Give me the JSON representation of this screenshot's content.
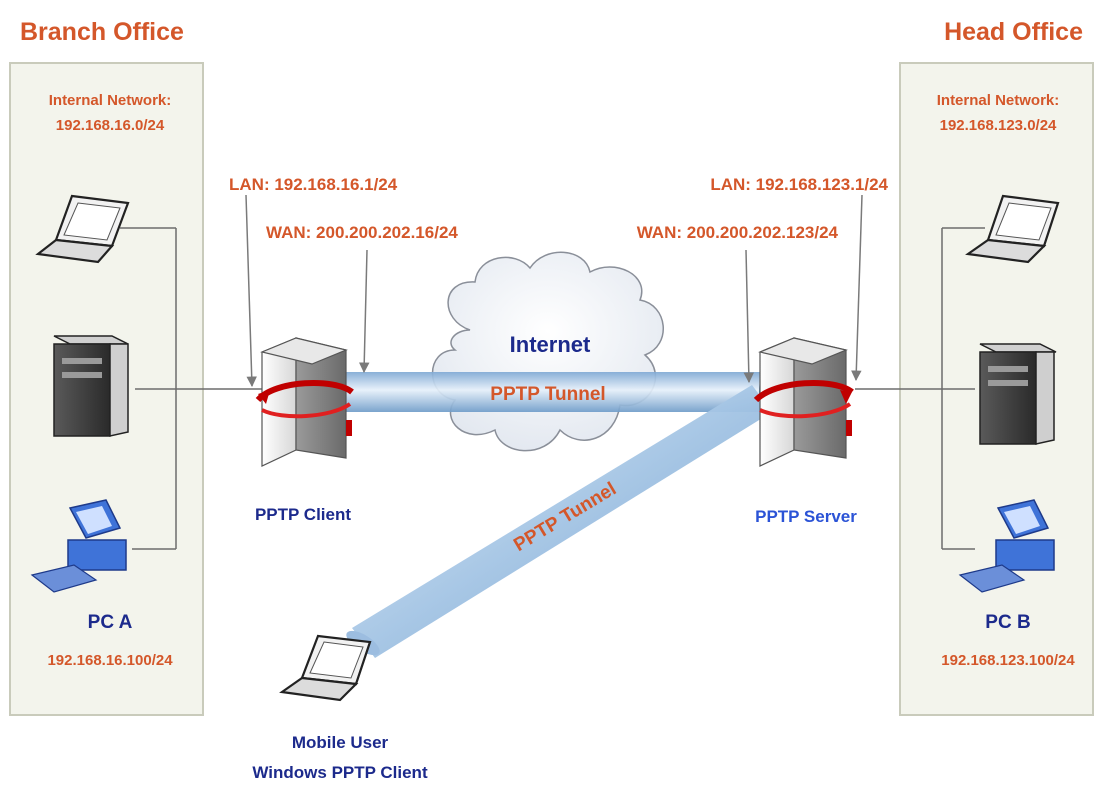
{
  "branch": {
    "title": "Branch Office",
    "internal_line1": "Internal Network:",
    "internal_line2": "192.168.16.0/24",
    "pc_name": "PC A",
    "pc_ip": "192.168.16.100/24"
  },
  "head": {
    "title": "Head Office",
    "internal_line1": "Internal Network:",
    "internal_line2": "192.168.123.0/24",
    "pc_name": "PC B",
    "pc_ip": "192.168.123.100/24"
  },
  "client": {
    "lan": "LAN: 192.168.16.1/24",
    "wan": "WAN: 200.200.202.16/24",
    "label": "PPTP Client"
  },
  "server": {
    "lan": "LAN: 192.168.123.1/24",
    "wan": "WAN: 200.200.202.123/24",
    "label": "PPTP Server"
  },
  "internet_label": "Internet",
  "tunnel_main_label": "PPTP Tunnel",
  "tunnel_mobile_label": "PPTP Tunnel",
  "mobile": {
    "line1": "Mobile User",
    "line2": "Windows PPTP Client"
  },
  "colors": {
    "orange": "#d4572a",
    "navy": "#1c2a8c",
    "blue": "#2b53d6",
    "panel": "#f3f4ec",
    "tunnel": "#a9c8e3"
  }
}
